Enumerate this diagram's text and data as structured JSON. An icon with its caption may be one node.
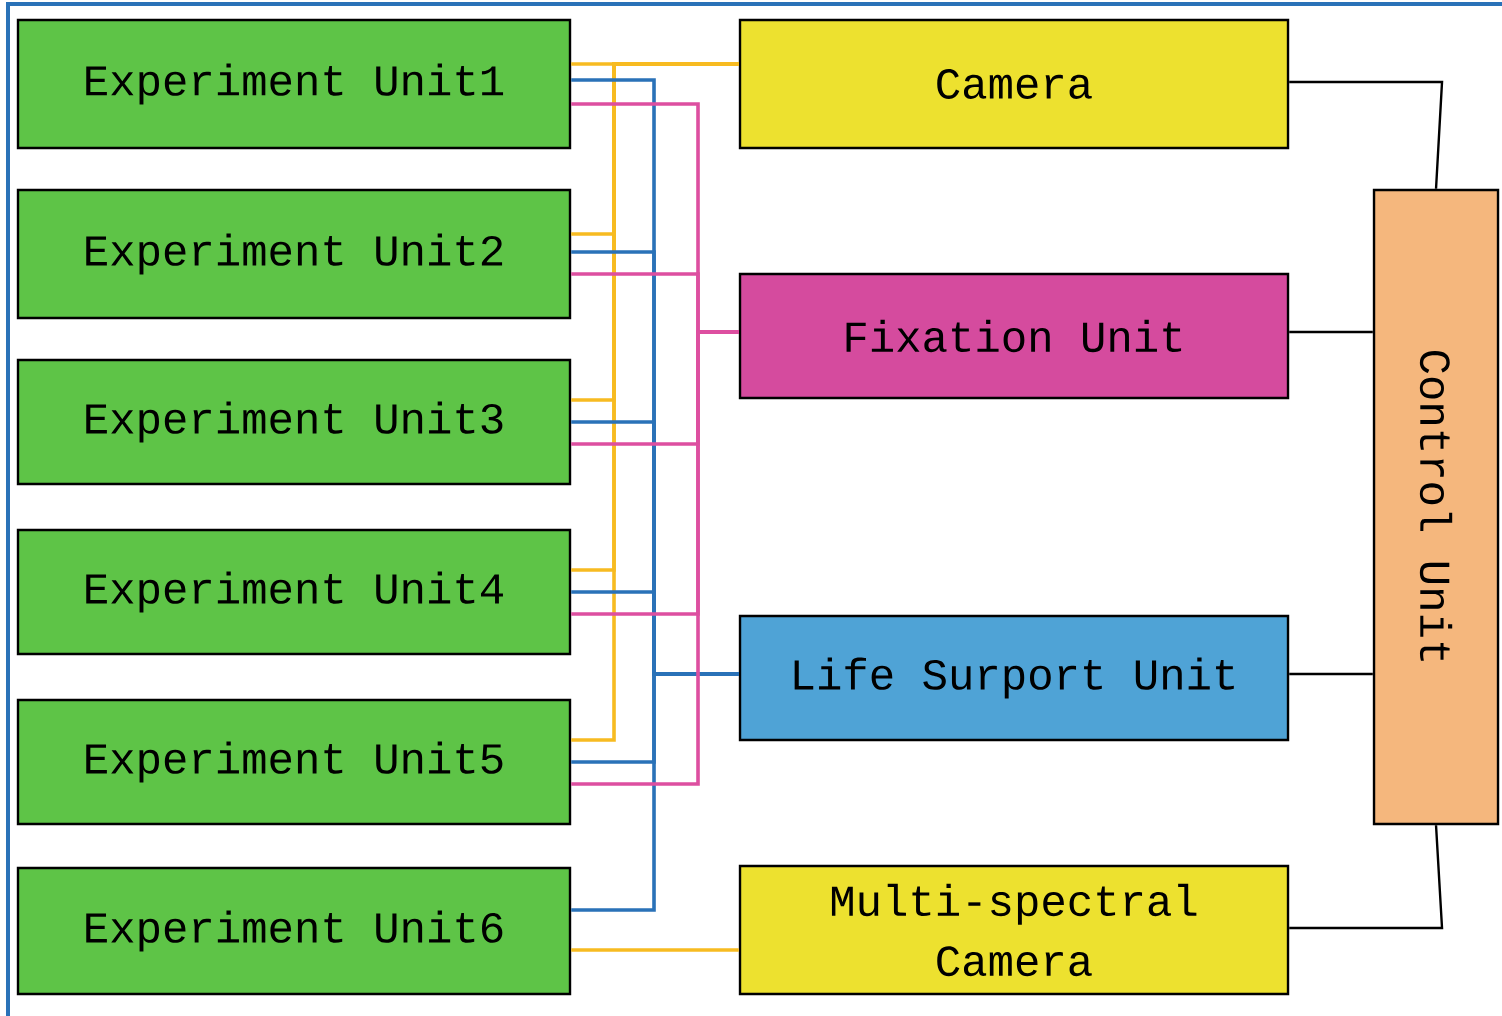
{
  "diagram": {
    "nodes": [
      {
        "text": [
          "Experiment Unit1"
        ]
      },
      {
        "text": [
          "Experiment Unit2"
        ]
      },
      {
        "text": [
          "Experiment Unit3"
        ]
      },
      {
        "text": [
          "Experiment Unit4"
        ]
      },
      {
        "text": [
          "Experiment Unit5"
        ]
      },
      {
        "text": [
          "Experiment Unit6"
        ]
      },
      {
        "text": [
          "Camera"
        ]
      },
      {
        "text": [
          "Fixation Unit"
        ]
      },
      {
        "text": [
          "Life Surport Unit"
        ]
      },
      {
        "text": [
          "Multi-spectral Camera"
        ]
      },
      {
        "text": [
          "Control Unit"
        ]
      }
    ],
    "edges": [
      {
        "from": 0,
        "to": 6,
        "arrow": "none",
        "color": "#f7bb21"
      },
      {
        "from": 1,
        "to": 6,
        "arrow": "none",
        "color": "#f7bb21"
      },
      {
        "from": 2,
        "to": 6,
        "arrow": "none",
        "color": "#f7bb21"
      },
      {
        "from": 3,
        "to": 6,
        "arrow": "none",
        "color": "#f7bb21"
      },
      {
        "from": 4,
        "to": 6,
        "arrow": "none",
        "color": "#f7bb21"
      },
      {
        "from": 5,
        "to": 9,
        "arrow": "none",
        "color": "#f7bb21"
      },
      {
        "from": 0,
        "to": 8,
        "arrow": "none",
        "color": "#2a72b8"
      },
      {
        "from": 1,
        "to": 8,
        "arrow": "none",
        "color": "#2a72b8"
      },
      {
        "from": 2,
        "to": 8,
        "arrow": "none",
        "color": "#2a72b8"
      },
      {
        "from": 3,
        "to": 8,
        "arrow": "none",
        "color": "#2a72b8"
      },
      {
        "from": 4,
        "to": 8,
        "arrow": "none",
        "color": "#2a72b8"
      },
      {
        "from": 5,
        "to": 8,
        "arrow": "none",
        "color": "#2a72b8"
      },
      {
        "from": 0,
        "to": 7,
        "arrow": "none",
        "color": "#dd4fa0"
      },
      {
        "from": 1,
        "to": 7,
        "arrow": "none",
        "color": "#dd4fa0"
      },
      {
        "from": 2,
        "to": 7,
        "arrow": "none",
        "color": "#dd4fa0"
      },
      {
        "from": 3,
        "to": 7,
        "arrow": "none",
        "color": "#dd4fa0"
      },
      {
        "from": 4,
        "to": 7,
        "arrow": "none",
        "color": "#dd4fa0"
      },
      {
        "from": 6,
        "to": 10,
        "arrow": "none",
        "color": "#000000"
      },
      {
        "from": 7,
        "to": 10,
        "arrow": "none",
        "color": "#000000"
      },
      {
        "from": 8,
        "to": 10,
        "arrow": "none",
        "color": "#000000"
      },
      {
        "from": 9,
        "to": 10,
        "arrow": "none",
        "color": "#000000"
      }
    ]
  }
}
